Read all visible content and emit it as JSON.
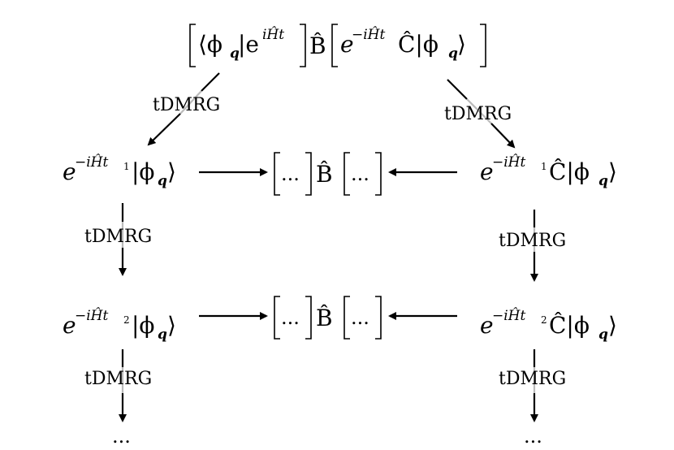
{
  "top_expression": {
    "bra_phi": "⟨ϕ",
    "q": "q",
    "exp_base": "|e",
    "exp_power": "iĤt",
    "B": "B̂",
    "exp2_base": "e",
    "exp2_power": "−iĤt",
    "C_ket": "Ĉ|ϕ",
    "ket_close": "⟩"
  },
  "row1": {
    "left": {
      "base": "e",
      "power": "−iĤt",
      "sub": "1",
      "ket": "|ϕ",
      "q": "q",
      "close": "⟩"
    },
    "middle": {
      "left_dots": "...",
      "B": "B̂",
      "right_dots": "..."
    },
    "right": {
      "base": "e",
      "power": "−iĤt",
      "sub": "1",
      "ket": "Ĉ|ϕ",
      "q": "q",
      "close": "⟩"
    }
  },
  "row2": {
    "left": {
      "base": "e",
      "power": "−iĤt",
      "sub": "2",
      "ket": "|ϕ",
      "q": "q",
      "close": "⟩"
    },
    "middle": {
      "left_dots": "...",
      "B": "B̂",
      "right_dots": "..."
    },
    "right": {
      "base": "e",
      "power": "−iĤt",
      "sub": "2",
      "ket": "Ĉ|ϕ",
      "q": "q",
      "close": "⟩"
    }
  },
  "arrow_labels": {
    "top_left": "tDMRG",
    "top_right": "tDMRG",
    "left_1": "tDMRG",
    "right_1": "tDMRG",
    "left_2": "tDMRG",
    "right_2": "tDMRG"
  },
  "continuation": {
    "left": "...",
    "right": "..."
  }
}
